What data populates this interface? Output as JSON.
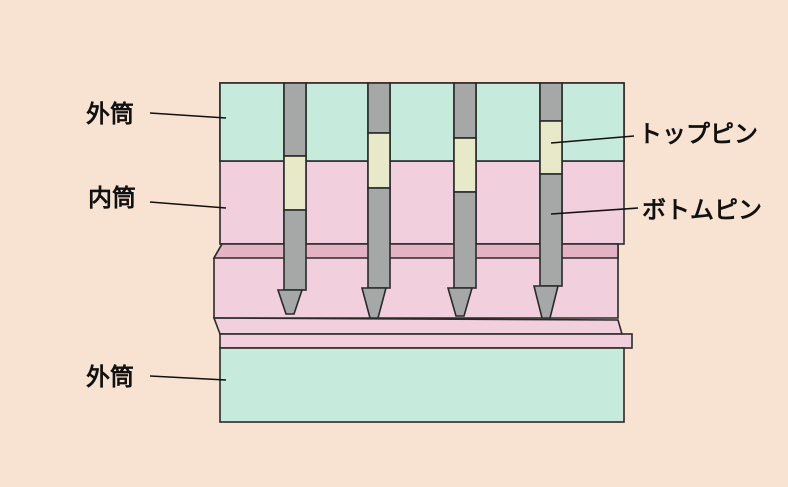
{
  "labels": {
    "outer_top": "外筒",
    "inner": "内筒",
    "outer_bottom": "外筒",
    "top_pin": "トップピン",
    "bottom_pin": "ボトムピン"
  },
  "colors": {
    "background": "#f8e3d3",
    "outer_cylinder": "#c6eadb",
    "inner_cylinder": "#f1cfdc",
    "inner_shadow": "#e3b3c4",
    "pin": "#a6a8a8",
    "top_pin": "#e7e9c9",
    "outline": "#2a2a2a"
  },
  "diagram": {
    "pin_count": 4
  }
}
